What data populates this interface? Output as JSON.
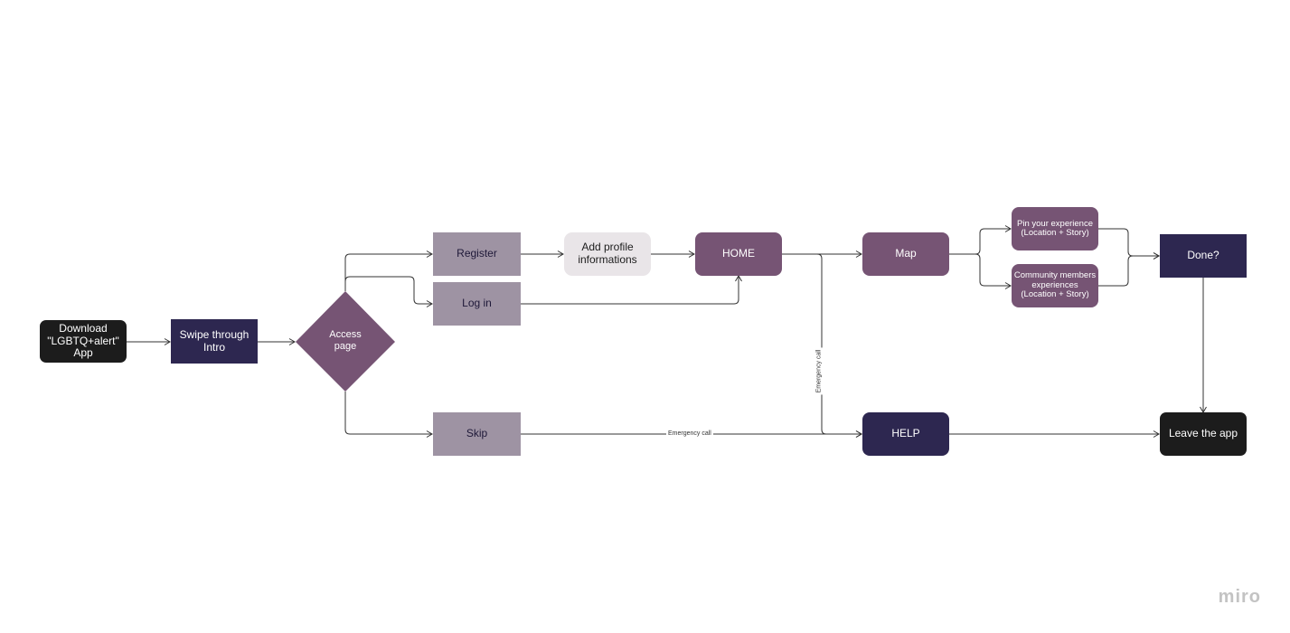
{
  "flow": {
    "download": "Download\n\"LGBTQ+alert\"\nApp",
    "swipe_intro": "Swipe through\nIntro",
    "access_page": "Access\npage",
    "register": "Register",
    "log_in": "Log in",
    "skip": "Skip",
    "add_profile": "Add profile\ninformations",
    "home": "HOME",
    "map": "Map",
    "pin_experience": "Pin your experience\n(Location + Story)",
    "community_experiences": "Community members\nexperiences\n(Location + Story)",
    "done": "Done?",
    "help": "HELP",
    "leave_app": "Leave the app"
  },
  "edge_labels": {
    "skip_to_help": "Emergency call",
    "home_to_help": "Emergency call"
  },
  "branding": {
    "logo": "miro"
  },
  "colors": {
    "dark": "#1c1c1c",
    "navy": "#2d2750",
    "plum": "#765474",
    "mauve": "#9e93a3",
    "light": "#e9e5e8",
    "connector": "#333333"
  }
}
